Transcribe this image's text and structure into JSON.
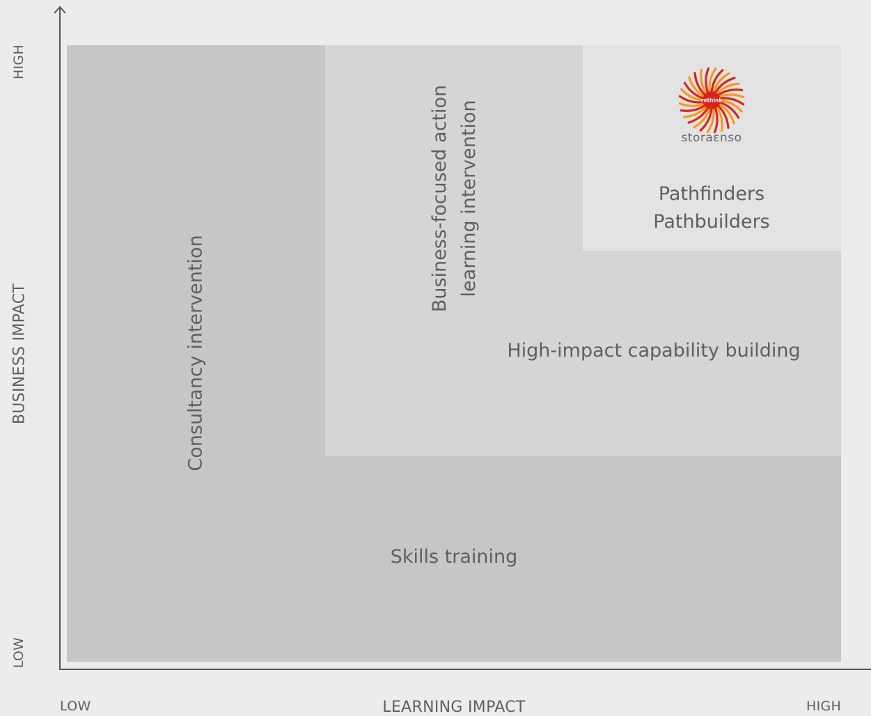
{
  "axes": {
    "x_title": "LEARNING IMPACT",
    "x_low": "LOW",
    "x_high": "HIGH",
    "y_title": "BUSINESS IMPACT",
    "y_low": "LOW",
    "y_high": "HIGH"
  },
  "regions": {
    "consultancy": "Consultancy intervention",
    "action_learning_line1": "Business-focused action",
    "action_learning_line2": "learning intervention",
    "high_impact": "High-impact capability building",
    "skills": "Skills training",
    "pathfinders_line1": "Pathfinders",
    "pathbuilders_line2": "Pathbuilders"
  },
  "logo": {
    "center_text": "rethink",
    "brand_text": "storaεnso",
    "colors": {
      "orange": "#f39a1e",
      "red": "#d9241e"
    }
  },
  "colors": {
    "background": "#ececec",
    "zone_dark": "#c5c6c5",
    "zone_mid": "#d4d5d4",
    "zone_light": "#e3e3e3",
    "text": "#5f5f5f",
    "axis": "#555555"
  }
}
